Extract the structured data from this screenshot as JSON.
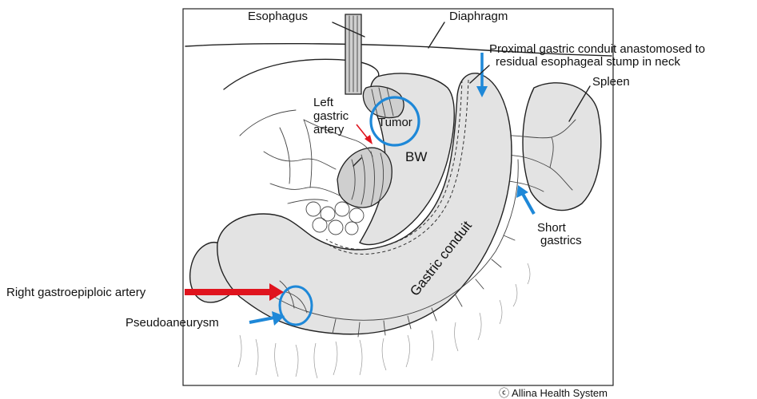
{
  "labels": {
    "esophagus": "Esophagus",
    "diaphragm": "Diaphragm",
    "proximal_line1": "Proximal gastric conduit anastomosed to",
    "proximal_line2": "residual esophageal stump in neck",
    "spleen": "Spleen",
    "left_gastric_line1": "Left",
    "left_gastric_line2": "gastric",
    "left_gastric_line3": "artery",
    "tumor": "Tumor",
    "bw": "BW",
    "gastric_conduit": "Gastric conduit",
    "short_gastrics_line1": "Short",
    "short_gastrics_line2": "gastrics",
    "right_gastroepiploic": "Right gastroepiploic artery",
    "pseudoaneurysm": "Pseudoaneurysm",
    "copyright": "ⓒ Allina Health System"
  },
  "colors": {
    "highlight_circle": "#1e88d8",
    "blue_arrow": "#1e88d8",
    "red_arrow": "#e0141e",
    "organ_fill": "#e3e3e3",
    "outline": "#222222"
  }
}
